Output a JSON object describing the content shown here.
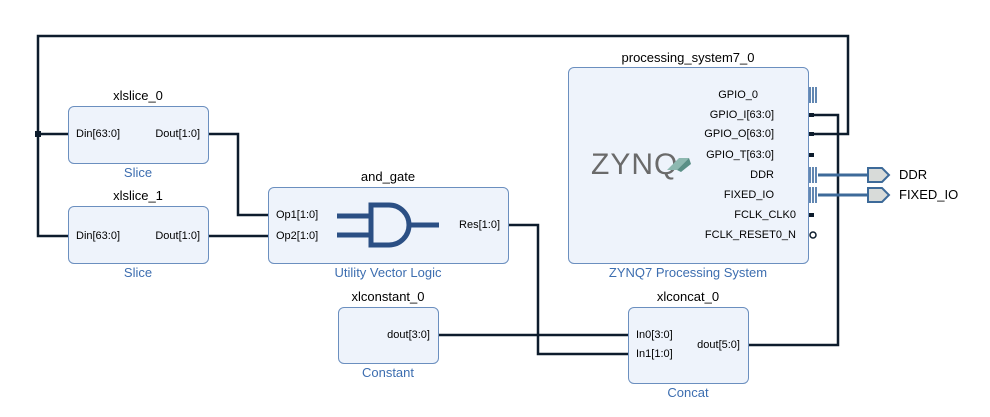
{
  "blocks": {
    "xlslice_0": {
      "instance": "xlslice_0",
      "type": "Slice",
      "in_port": "Din[63:0]",
      "out_port": "Dout[1:0]"
    },
    "xlslice_1": {
      "instance": "xlslice_1",
      "type": "Slice",
      "in_port": "Din[63:0]",
      "out_port": "Dout[1:0]"
    },
    "and_gate": {
      "instance": "and_gate",
      "type": "Utility Vector Logic",
      "in_ports": [
        "Op1[1:0]",
        "Op2[1:0]"
      ],
      "out_port": "Res[1:0]"
    },
    "ps7": {
      "instance": "processing_system7_0",
      "type": "ZYNQ7 Processing System",
      "logo": "ZYNQ",
      "ports": [
        "GPIO_0",
        "GPIO_I[63:0]",
        "GPIO_O[63:0]",
        "GPIO_T[63:0]",
        "DDR",
        "FIXED_IO",
        "FCLK_CLK0",
        "FCLK_RESET0_N"
      ]
    },
    "xlconstant_0": {
      "instance": "xlconstant_0",
      "type": "Constant",
      "out_port": "dout[3:0]"
    },
    "xlconcat_0": {
      "instance": "xlconcat_0",
      "type": "Concat",
      "in_ports": [
        "In0[3:0]",
        "In1[1:0]"
      ],
      "out_port": "dout[5:0]"
    }
  },
  "external_ports": [
    "DDR",
    "FIXED_IO"
  ],
  "colors": {
    "block_fill": "#eef3fb",
    "block_border": "#6b8fbf",
    "wire": "#0d1c2c",
    "bus": "#3d6a99",
    "subtitle": "#3d6eb0",
    "port_glyph": "#2d5f99"
  }
}
